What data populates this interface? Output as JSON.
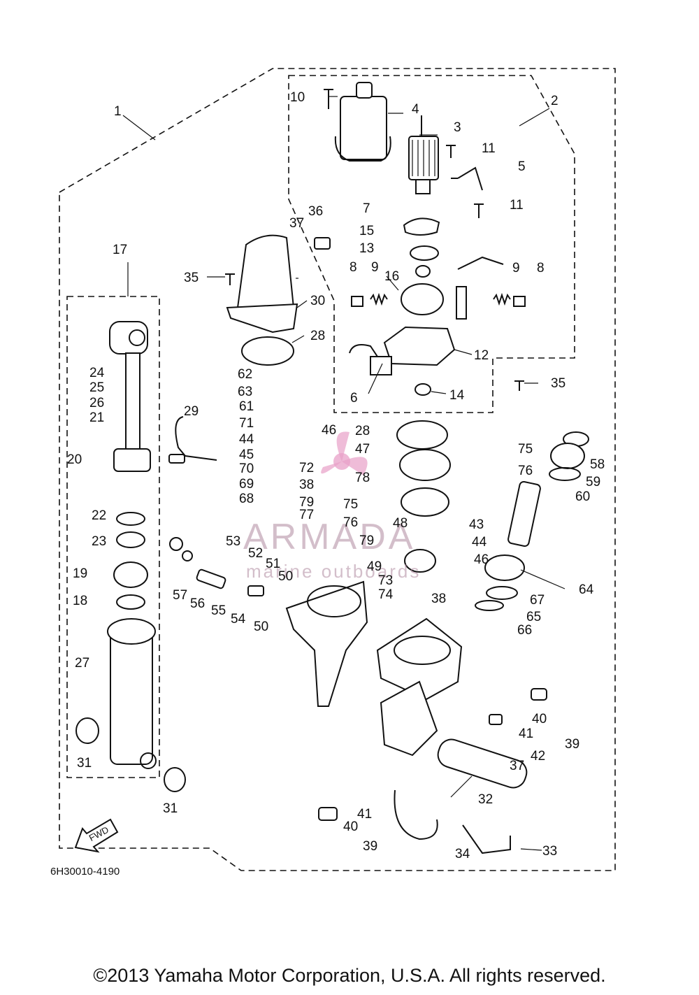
{
  "diagram_code": "6H30010-4190",
  "copyright": "©2013 Yamaha Motor Corporation, U.S.A. All rights reserved.",
  "watermark": {
    "brand": "ARMADA",
    "tagline": "marine outboards",
    "color": "#e8a0c8"
  },
  "fwd_label": "FWD",
  "labels": {
    "p1": "1",
    "p2": "2",
    "p3": "3",
    "p4": "4",
    "p5": "5",
    "p6": "6",
    "p7": "7",
    "p8a": "8",
    "p8b": "8",
    "p9a": "9",
    "p9b": "9",
    "p10": "10",
    "p11a": "11",
    "p11b": "11",
    "p12": "12",
    "p13": "13",
    "p14": "14",
    "p15": "15",
    "p16": "16",
    "p17": "17",
    "p18": "18",
    "p19": "19",
    "p20": "20",
    "p21": "21",
    "p22": "22",
    "p23": "23",
    "p24": "24",
    "p25": "25",
    "p26": "26",
    "p27": "27",
    "p28a": "28",
    "p28b": "28",
    "p29": "29",
    "p30": "30",
    "p31a": "31",
    "p31b": "31",
    "p32": "32",
    "p33": "33",
    "p34": "34",
    "p35a": "35",
    "p35b": "35",
    "p36": "36",
    "p37a": "37",
    "p37b": "37",
    "p38a": "38",
    "p38b": "38",
    "p39a": "39",
    "p39b": "39",
    "p40a": "40",
    "p40b": "40",
    "p41a": "41",
    "p41b": "41",
    "p42": "42",
    "p43": "43",
    "p44a": "44",
    "p44b": "44",
    "p45": "45",
    "p46a": "46",
    "p46b": "46",
    "p47": "47",
    "p48": "48",
    "p49": "49",
    "p50a": "50",
    "p50b": "50",
    "p51": "51",
    "p52": "52",
    "p53": "53",
    "p54": "54",
    "p55": "55",
    "p56": "56",
    "p57": "57",
    "p58": "58",
    "p59": "59",
    "p60": "60",
    "p61": "61",
    "p62": "62",
    "p63": "63",
    "p64": "64",
    "p65": "65",
    "p66": "66",
    "p67": "67",
    "p68": "68",
    "p69": "69",
    "p70": "70",
    "p71": "71",
    "p72": "72",
    "p73": "73",
    "p74": "74",
    "p75a": "75",
    "p75b": "75",
    "p76a": "76",
    "p76b": "76",
    "p77": "77",
    "p78": "78",
    "p79a": "79",
    "p79b": "79"
  }
}
